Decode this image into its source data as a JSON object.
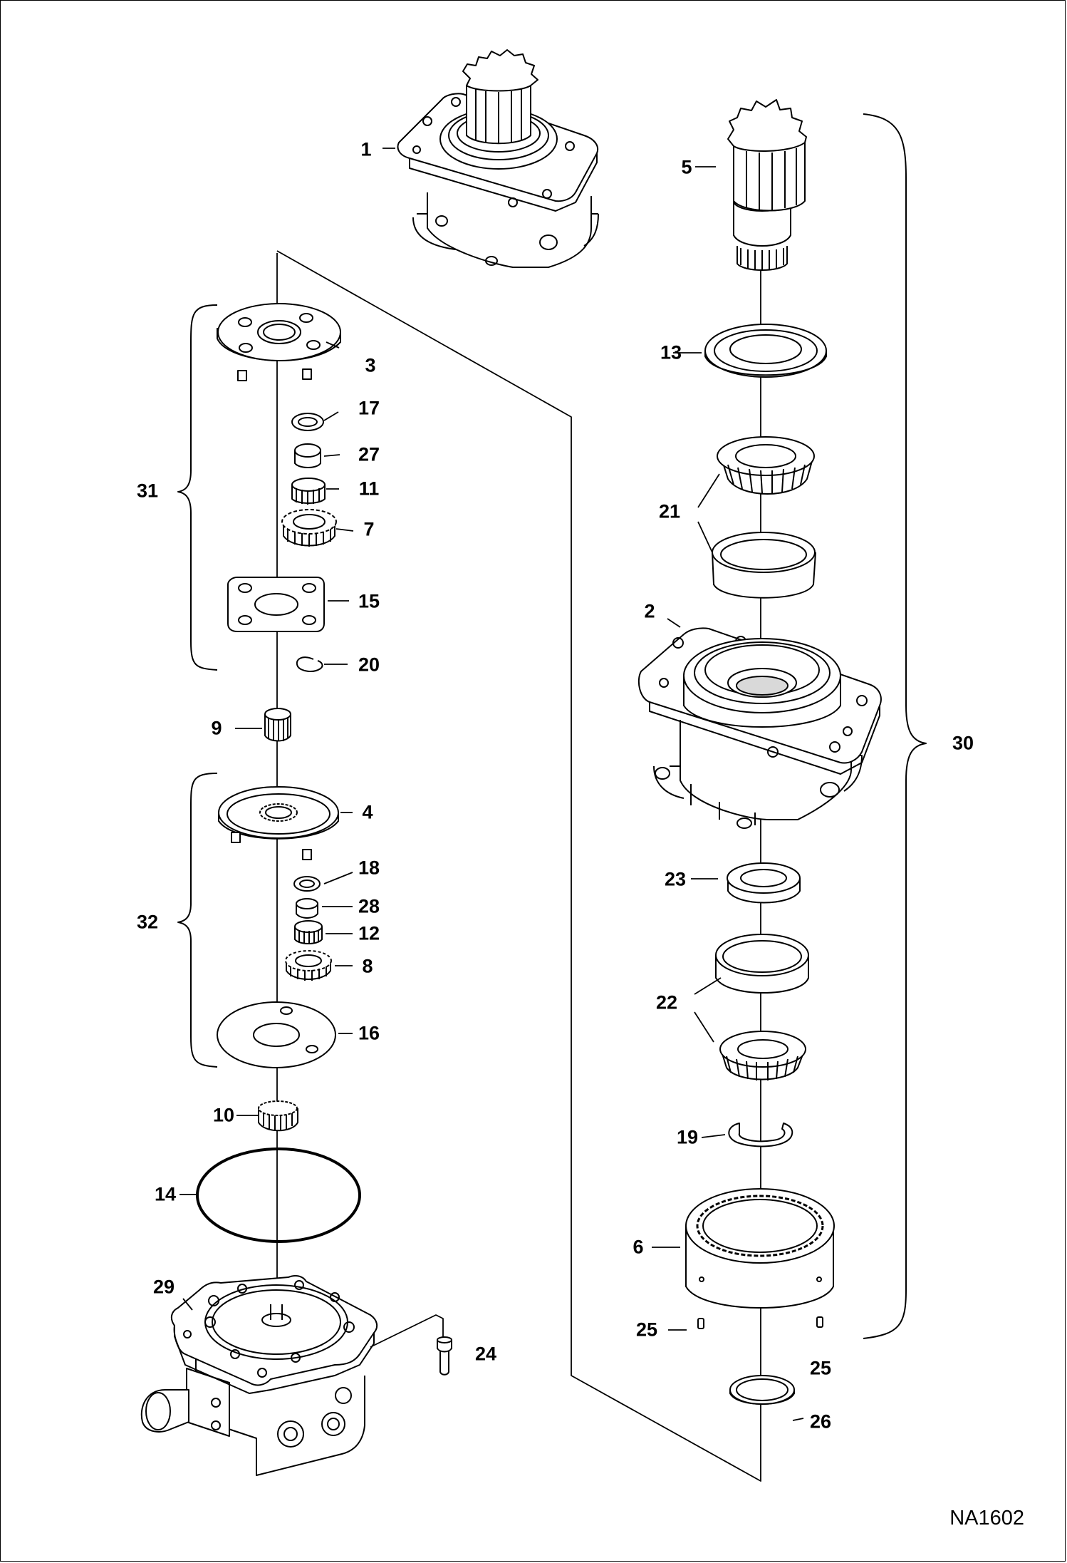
{
  "drawing_code": "NA1602",
  "callouts": {
    "c1": "1",
    "c2": "2",
    "c3": "3",
    "c4": "4",
    "c5": "5",
    "c6": "6",
    "c7": "7",
    "c8": "8",
    "c9": "9",
    "c10": "10",
    "c11": "11",
    "c12": "12",
    "c13": "13",
    "c14": "14",
    "c15": "15",
    "c16": "16",
    "c17": "17",
    "c18": "18",
    "c19": "19",
    "c20": "20",
    "c21": "21",
    "c22": "22",
    "c23": "23",
    "c24": "24",
    "c25a": "25",
    "c25b": "25",
    "c26": "26",
    "c27": "27",
    "c28": "28",
    "c29": "29",
    "c30": "30",
    "c31": "31",
    "c32": "32"
  },
  "colors": {
    "line": "#000000",
    "part_fill": "#ffffff",
    "part_shade": "#d9d9d9"
  }
}
